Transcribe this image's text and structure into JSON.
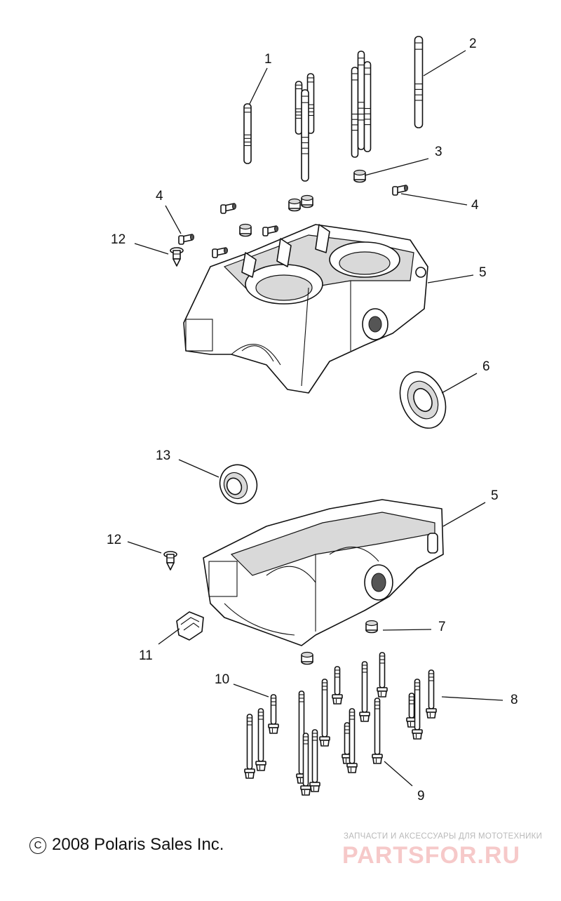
{
  "callouts": [
    "1",
    "2",
    "3",
    "4",
    "4",
    "12",
    "5",
    "6",
    "13",
    "5",
    "12",
    "11",
    "7",
    "10",
    "8",
    "9"
  ],
  "footer": {
    "copyright_symbol": "C",
    "copyright_text": "2008 Polaris Sales Inc."
  },
  "watermark": {
    "tagline": "ЗАПЧАСТИ И АКСЕССУАРЫ ДЛЯ МОТОТЕХНИКИ",
    "logo": "PARTSFOR.RU"
  }
}
